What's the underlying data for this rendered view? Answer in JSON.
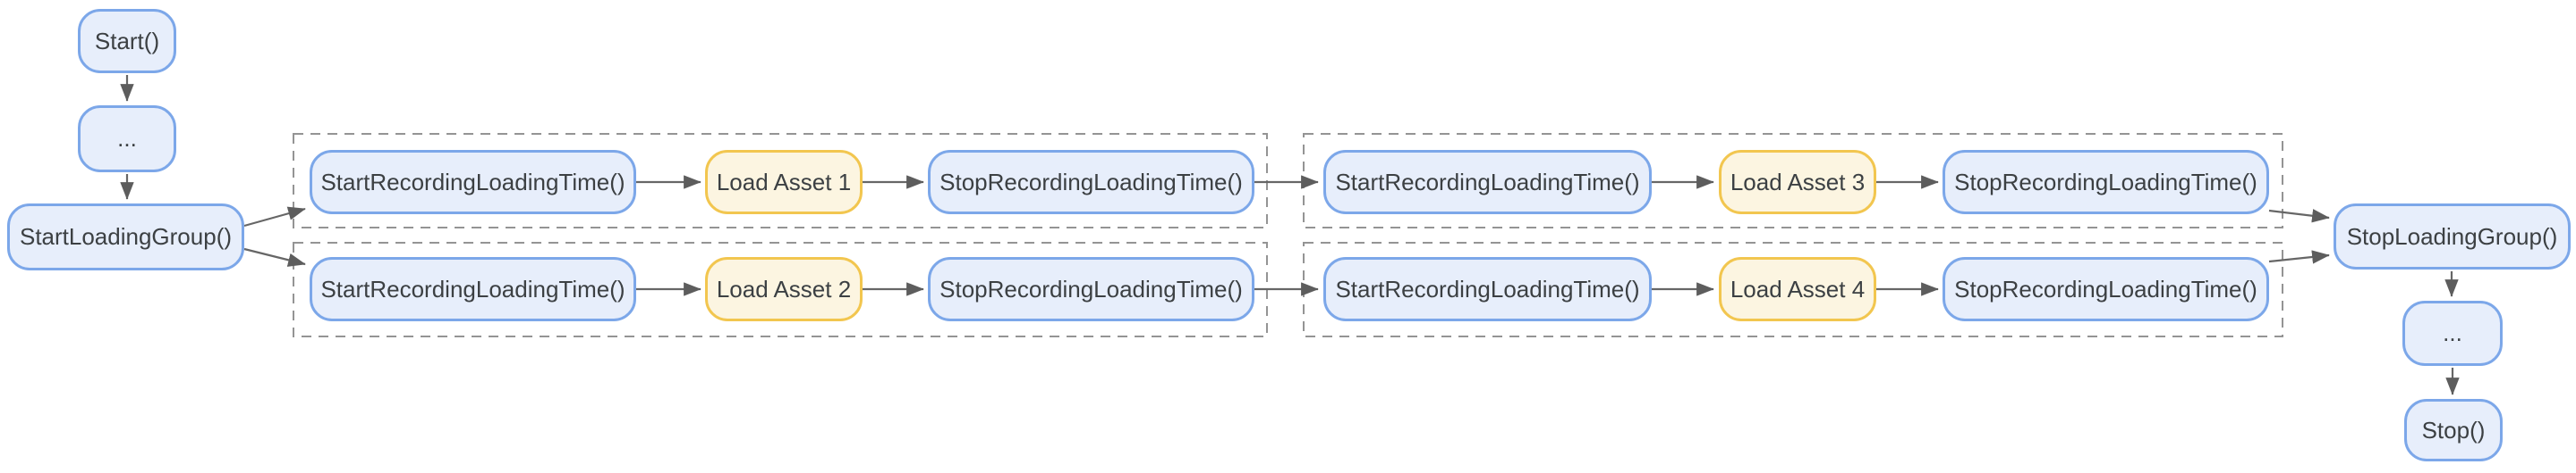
{
  "colors": {
    "node_blue_fill": "#E7EEFB",
    "node_blue_border": "#7CA7E9",
    "node_yellow_fill": "#FCF5E1",
    "node_yellow_border": "#F2C64F",
    "arrow": "#666666",
    "group_border": "#949494",
    "text": "#3C4043",
    "background": "#FFFFFF"
  },
  "flow": {
    "entry": {
      "start": "Start()",
      "ellipsis": "...",
      "start_group": "StartLoadingGroup()"
    },
    "group1": {
      "row1": {
        "start_rec": "StartRecordingLoadingTime()",
        "load": "Load Asset 1",
        "stop_rec": "StopRecordingLoadingTime()"
      },
      "row2": {
        "start_rec": "StartRecordingLoadingTime()",
        "load": "Load Asset 2",
        "stop_rec": "StopRecordingLoadingTime()"
      }
    },
    "group2": {
      "row1": {
        "start_rec": "StartRecordingLoadingTime()",
        "load": "Load Asset 3",
        "stop_rec": "StopRecordingLoadingTime()"
      },
      "row2": {
        "start_rec": "StartRecordingLoadingTime()",
        "load": "Load Asset 4",
        "stop_rec": "StopRecordingLoadingTime()"
      }
    },
    "exit": {
      "stop_group": "StopLoadingGroup()",
      "ellipsis": "...",
      "stop": "Stop()"
    }
  }
}
